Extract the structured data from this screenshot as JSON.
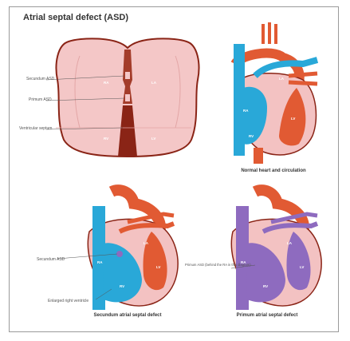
{
  "title": "Atrial septal defect (ASD)",
  "top_left": {
    "labels": [
      "Secundum ASD",
      "Primum ASD",
      "Ventricular septum"
    ],
    "chambers": [
      "RA",
      "LA",
      "RV",
      "LV"
    ]
  },
  "top_right": {
    "caption": "Normal heart and circulation",
    "chambers": [
      "RA",
      "LA",
      "RV",
      "LV"
    ]
  },
  "bottom_left": {
    "caption": "Secundum atrial septal defect",
    "labels": [
      "Secundum ASD",
      "Enlarged right ventricle"
    ],
    "chambers": [
      "RA",
      "LA",
      "RV",
      "LV"
    ]
  },
  "bottom_right": {
    "caption": "Primum atrial septal defect",
    "labels": [
      "Primum ASD (behind the RA in this diagram)"
    ],
    "chambers": [
      "RA",
      "LA",
      "RV",
      "LV"
    ]
  },
  "colors": {
    "oxygenated": "#e15a33",
    "deoxygenated": "#29a8d8",
    "mixed": "#8e6bbf",
    "septum": "#8a2416",
    "heart_wall": "#f3c2c2"
  }
}
